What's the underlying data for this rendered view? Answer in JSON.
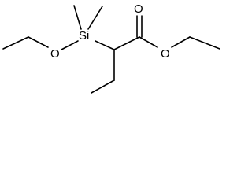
{
  "molecule": {
    "atoms": {
      "silicon": "Si",
      "ether_oxygen": "O",
      "carbonyl_oxygen": "O",
      "ester_oxygen": "O"
    }
  },
  "colors": {
    "bond": "#000000",
    "label": "#000000",
    "background": "#ffffff"
  }
}
